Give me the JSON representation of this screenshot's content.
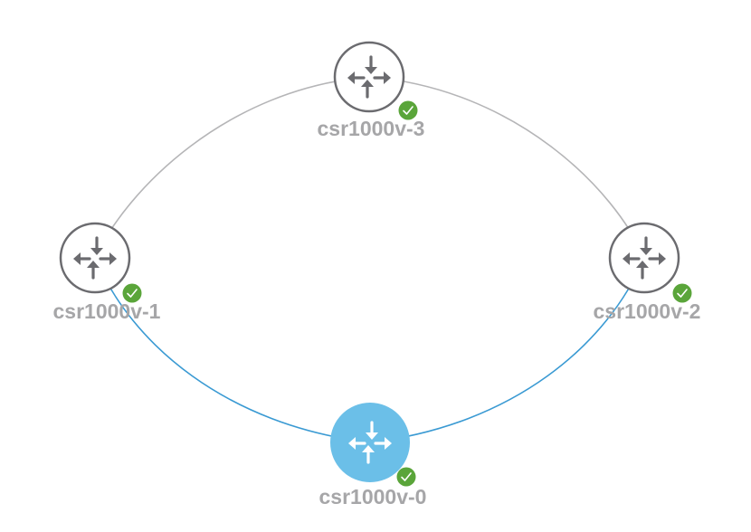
{
  "topology": {
    "nodes": [
      {
        "id": "csr1000v-0",
        "label": "csr1000v-0",
        "selected": true,
        "status": "ok",
        "icon": "router-icon",
        "status_icon": "check-icon"
      },
      {
        "id": "csr1000v-1",
        "label": "csr1000v-1",
        "selected": false,
        "status": "ok",
        "icon": "router-icon",
        "status_icon": "check-icon"
      },
      {
        "id": "csr1000v-2",
        "label": "csr1000v-2",
        "selected": false,
        "status": "ok",
        "icon": "router-icon",
        "status_icon": "check-icon"
      },
      {
        "id": "csr1000v-3",
        "label": "csr1000v-3",
        "selected": false,
        "status": "ok",
        "icon": "router-icon",
        "status_icon": "check-icon"
      }
    ],
    "links": [
      {
        "from": "csr1000v-3",
        "to": "csr1000v-1",
        "highlighted": false
      },
      {
        "from": "csr1000v-3",
        "to": "csr1000v-2",
        "highlighted": false
      },
      {
        "from": "csr1000v-1",
        "to": "csr1000v-0",
        "highlighted": true
      },
      {
        "from": "csr1000v-2",
        "to": "csr1000v-0",
        "highlighted": true
      }
    ],
    "colors": {
      "link_default": "#b5b5b7",
      "link_highlight": "#3a9ad3",
      "node_selected": "#6bbfe8",
      "node_outline": "#6b6b6f",
      "status_ok": "#5aa53a",
      "label": "#a6a6a8"
    }
  }
}
